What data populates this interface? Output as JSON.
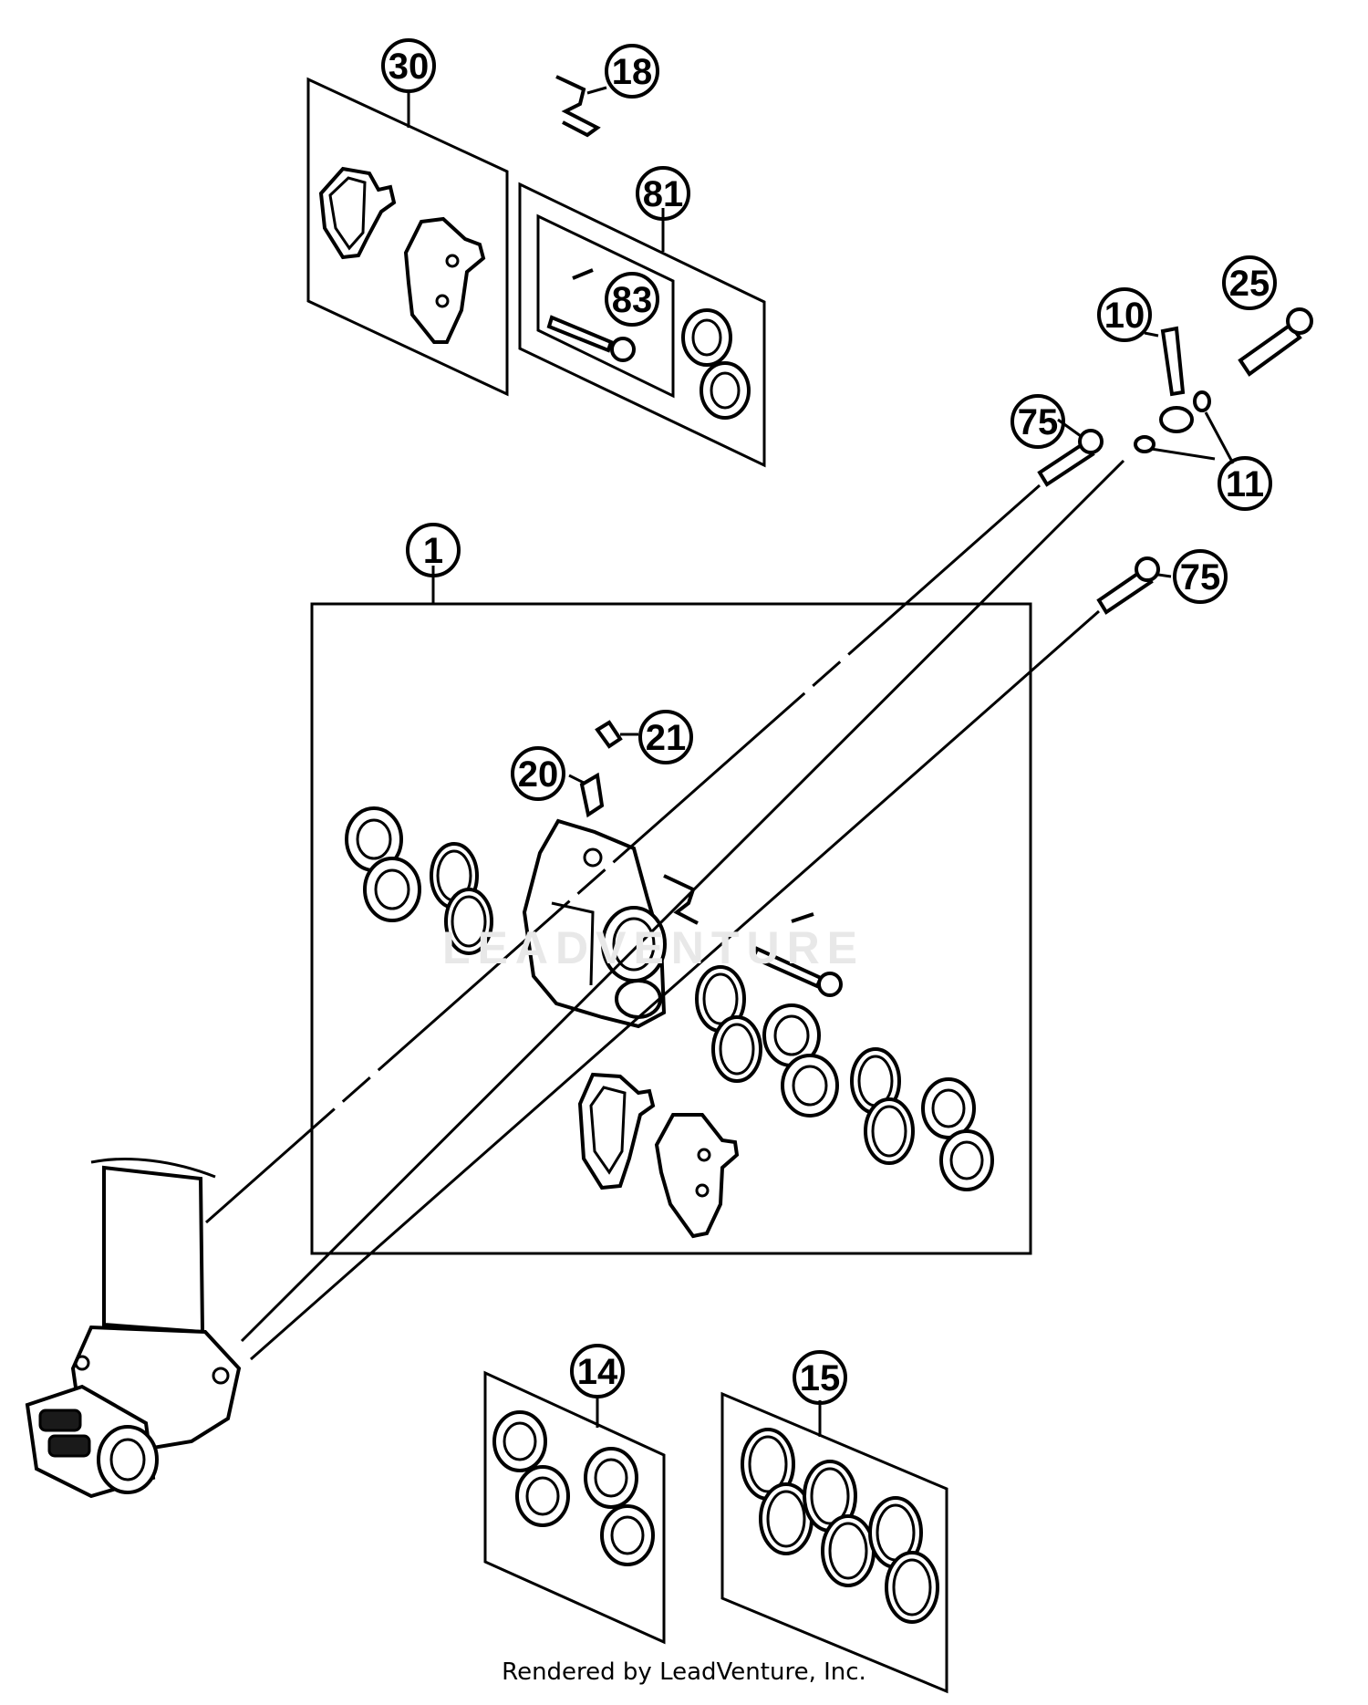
{
  "watermark": "LEADVENTURE",
  "footer": "Rendered by LeadVenture, Inc.",
  "callouts": {
    "c30": "30",
    "c18": "18",
    "c81": "81",
    "c83": "83",
    "c10": "10",
    "c25": "25",
    "c75a": "75",
    "c11": "11",
    "c1": "1",
    "c75b": "75",
    "c21": "21",
    "c20": "20",
    "c14": "14",
    "c15": "15"
  }
}
